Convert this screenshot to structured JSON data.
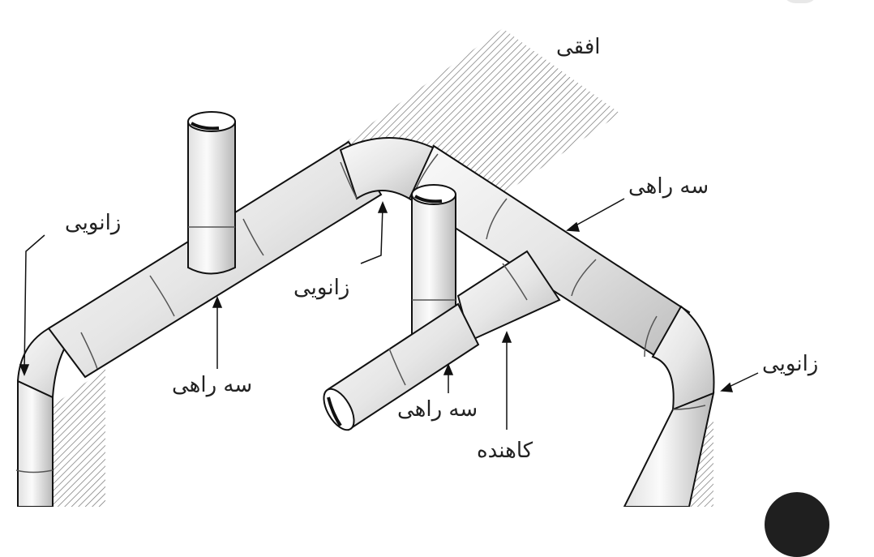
{
  "diagram": {
    "labels": {
      "horizontal": "افقی",
      "elbow_left": "زانویی",
      "elbow_middle": "زانویی",
      "elbow_right": "زانویی",
      "tee_right": "سه راهی",
      "tee_left_bottom": "سه راهی",
      "tee_middle_bottom": "سه راهی",
      "reducer": "کاهنده"
    }
  }
}
